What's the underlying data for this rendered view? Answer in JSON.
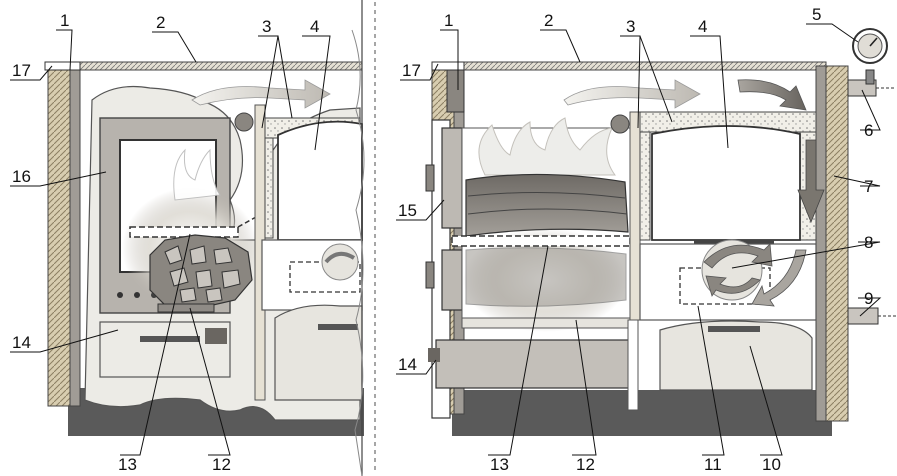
{
  "left_panel": {
    "callouts": [
      "1",
      "2",
      "3",
      "4",
      "16",
      "17",
      "14",
      "13",
      "12"
    ]
  },
  "right_panel": {
    "callouts": [
      "1",
      "2",
      "3",
      "4",
      "5",
      "6",
      "7",
      "8",
      "9",
      "10",
      "11",
      "12",
      "13",
      "14",
      "15",
      "17"
    ]
  },
  "colors": {
    "ground": "#5a5a5a",
    "insulation": "#d2c6a8",
    "metal": "#a09c96",
    "cloth": "#ecebe6",
    "arrow": "#8a8680",
    "arrow_light": "#e6e4de",
    "divider": "#777777"
  }
}
